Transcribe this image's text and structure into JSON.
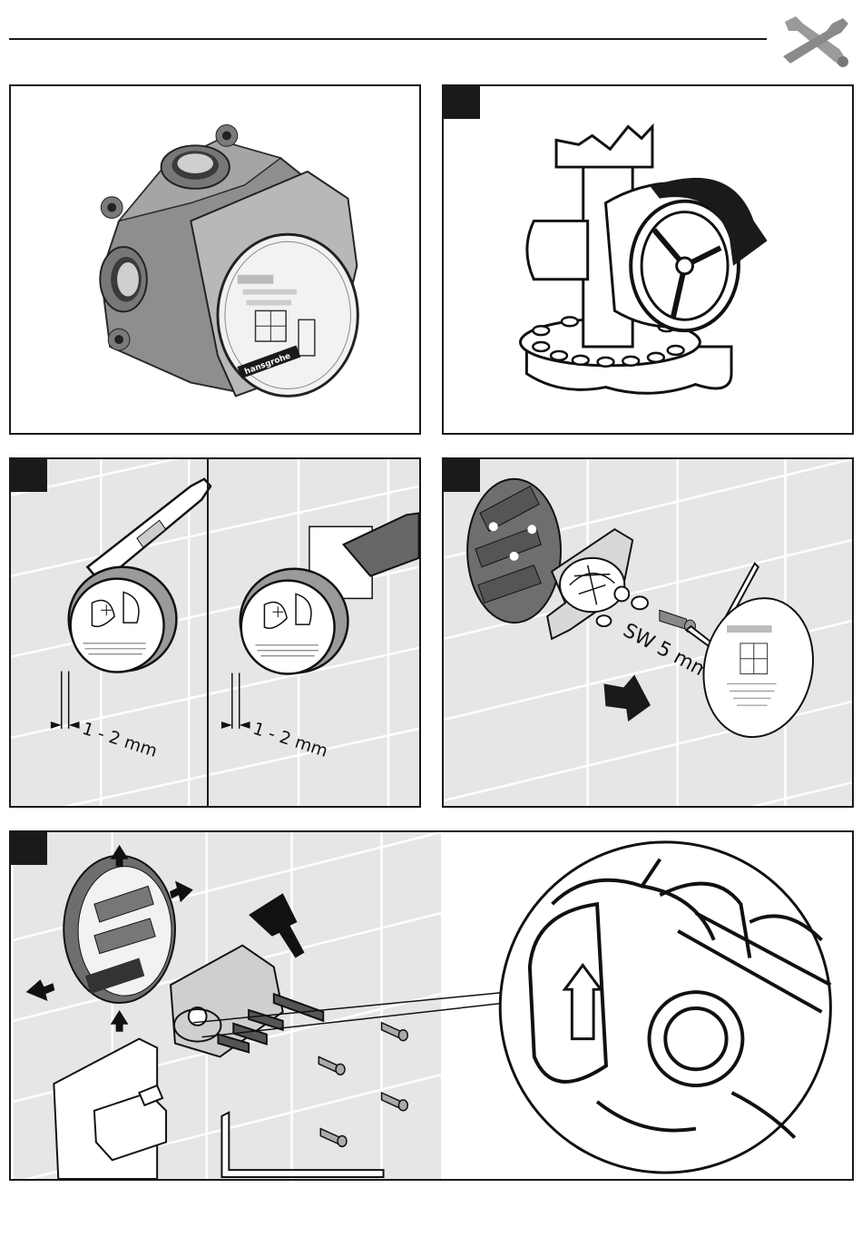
{
  "header": {
    "icon": "wrench-screwdriver-icon"
  },
  "panels": {
    "p1": {
      "brand_label": "hansgrohe"
    },
    "p3": {
      "dimension_left": "1 - 2 mm",
      "dimension_right": "1 - 2 mm"
    },
    "p4": {
      "wrench_size": "SW 5 mm"
    }
  },
  "colors": {
    "ink": "#1a1a1a",
    "wall": "#e6e6e6",
    "grid": "#ffffff",
    "shadow": "#6e6e6e"
  }
}
